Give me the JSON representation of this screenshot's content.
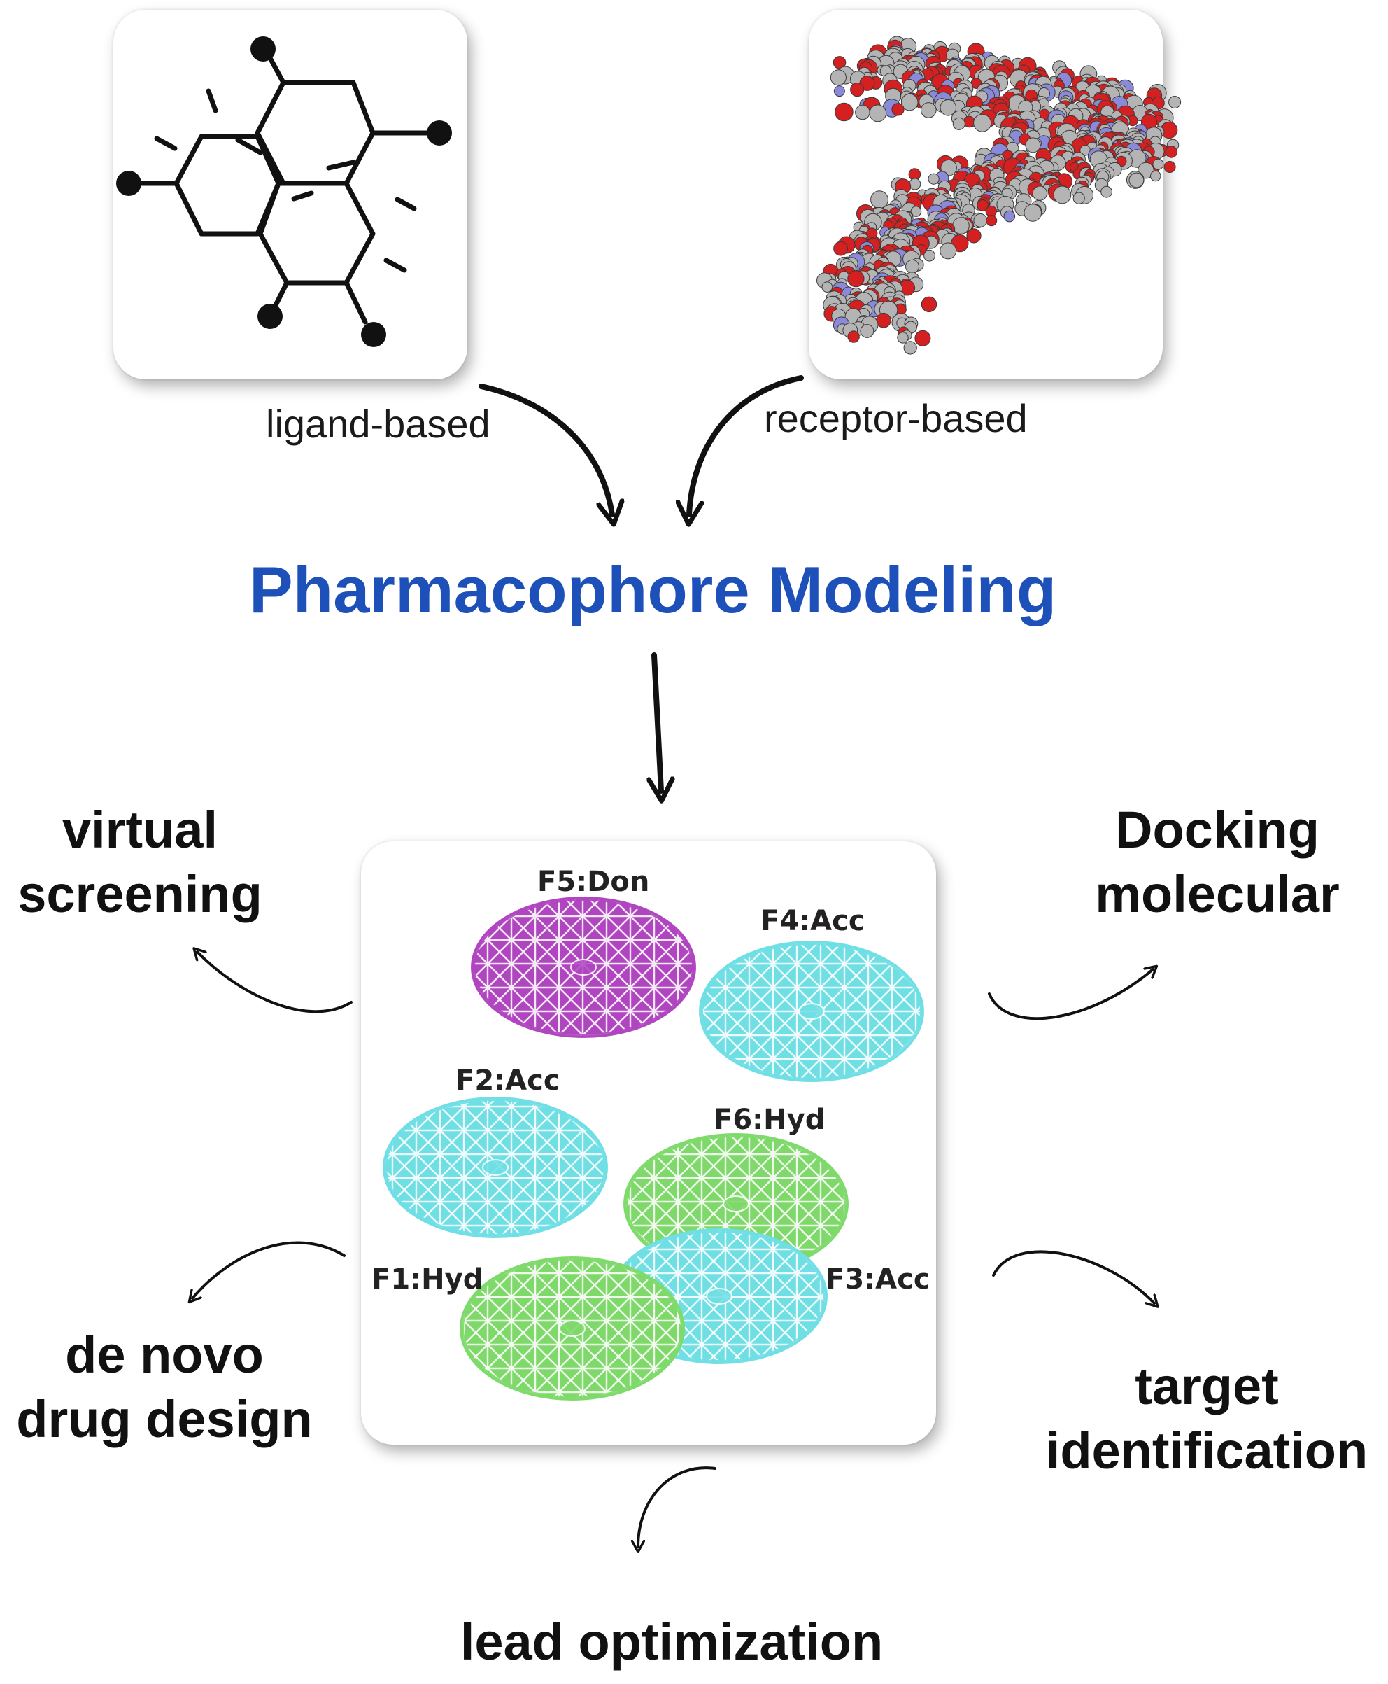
{
  "inputs": {
    "ligand_label": "ligand-based",
    "receptor_label": "receptor-based"
  },
  "title": "Pharmacophore Modeling",
  "features": [
    {
      "id": "F5",
      "label": "F5:Don",
      "type": "donor"
    },
    {
      "id": "F4",
      "label": "F4:Acc",
      "type": "acceptor"
    },
    {
      "id": "F2",
      "label": "F2:Acc",
      "type": "acceptor"
    },
    {
      "id": "F6",
      "label": "F6:Hyd",
      "type": "hydrophobic"
    },
    {
      "id": "F1",
      "label": "F1:Hyd",
      "type": "hydrophobic"
    },
    {
      "id": "F3",
      "label": "F3:Acc",
      "type": "acceptor"
    }
  ],
  "feature_colors": {
    "donor": "#b045c0",
    "acceptor": "#6fdfe4",
    "hydrophobic": "#7ed96a"
  },
  "applications": {
    "virtual_screening": [
      "virtual",
      "screening"
    ],
    "docking": [
      "Docking",
      "molecular"
    ],
    "de_novo": [
      "de novo",
      "drug design"
    ],
    "target": [
      "target",
      "identification"
    ],
    "lead": "lead optimization"
  },
  "colors": {
    "title": "#1d50b8",
    "protein_oxygen": "#d42020",
    "protein_carbon": "#b4b4b4",
    "protein_nitrogen": "#8a8ad8"
  }
}
